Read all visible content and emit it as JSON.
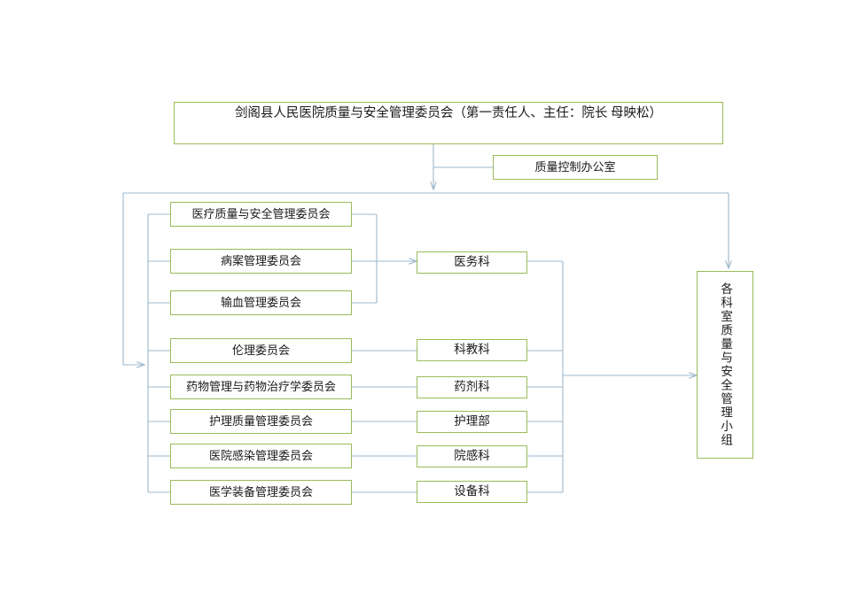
{
  "diagram": {
    "title_box": {
      "label": "剑阁县人民医院质量与安全管理委员会（第一责任人、主任：院长 母映松）"
    },
    "office_box": {
      "label": "质量控制办公室"
    },
    "committees": [
      {
        "label": "医疗质量与安全管理委员会"
      },
      {
        "label": "病案管理委员会"
      },
      {
        "label": "输血管理委员会"
      },
      {
        "label": "伦理委员会"
      },
      {
        "label": "药物管理与药物治疗学委员会"
      },
      {
        "label": "护理质量管理委员会"
      },
      {
        "label": "医院感染管理委员会"
      },
      {
        "label": "医学装备管理委员会"
      }
    ],
    "departments": [
      {
        "label": "医务科"
      },
      {
        "label": "科教科"
      },
      {
        "label": "药剂科"
      },
      {
        "label": "护理部"
      },
      {
        "label": "院感科"
      },
      {
        "label": "设备科"
      }
    ],
    "group_box": {
      "label": "各科室质量与安全管理小组"
    },
    "colors": {
      "box_border": "#9bbb59",
      "connector": "#9db8cc",
      "text": "#1a1a1a",
      "background": "#ffffff"
    }
  }
}
